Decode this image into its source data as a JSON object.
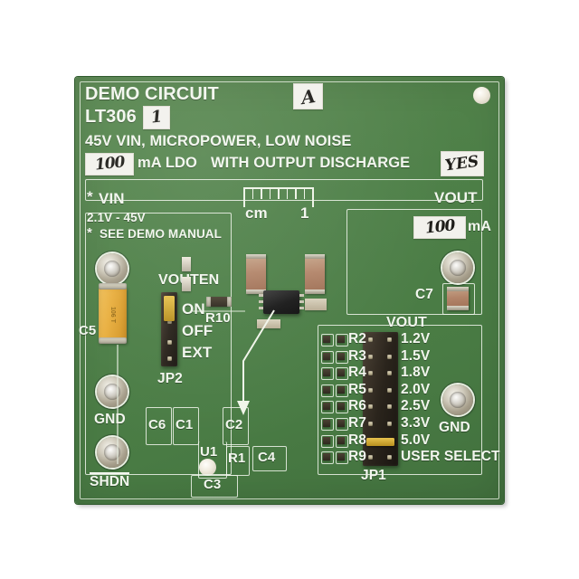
{
  "board": {
    "color_solder_mask": "#4e8048",
    "color_silkscreen": "#f2f6ee",
    "header": {
      "line1": "DEMO CIRCUIT",
      "line2_prefix": "LT306",
      "line2_handwritten": "1",
      "revision_handwritten": "A",
      "line3": "45V VIN, MICROPOWER, LOW NOISE",
      "current_handwritten": "100",
      "line4_mid": "mA LDO",
      "line4_right": "WITH OUTPUT DISCHARGE",
      "discharge_handwritten": "YES"
    },
    "vin_section": {
      "title": "VIN",
      "range": "2.1V - 45V",
      "note": "SEE DEMO MANUAL",
      "asterisk": "*"
    },
    "vout_section": {
      "title": "VOUT",
      "current_handwritten": "100",
      "current_units": "mA",
      "cap_ref": "C7",
      "gnd_label": "GND"
    },
    "ruler": {
      "unit_label": "cm",
      "tick_label": "1"
    },
    "jp2": {
      "name": "JP2",
      "signal": "VOUTEN",
      "positions": [
        "ON",
        "OFF",
        "EXT"
      ],
      "selected": "ON"
    },
    "jp1": {
      "name": "JP1",
      "title": "VOUT",
      "rows": [
        {
          "resistor": "R2",
          "voltage": "1.2V"
        },
        {
          "resistor": "R3",
          "voltage": "1.5V"
        },
        {
          "resistor": "R4",
          "voltage": "1.8V"
        },
        {
          "resistor": "R5",
          "voltage": "2.0V"
        },
        {
          "resistor": "R6",
          "voltage": "2.5V"
        },
        {
          "resistor": "R7",
          "voltage": "3.3V"
        },
        {
          "resistor": "R8",
          "voltage": "5.0V"
        },
        {
          "resistor": "R9",
          "voltage": "USER SELECT"
        }
      ],
      "selected_voltage": "5.0V"
    },
    "terminals": [
      {
        "label": "VIN",
        "position": "left-top"
      },
      {
        "label": "GND",
        "position": "left-middle"
      },
      {
        "label": "SHDN",
        "position": "left-bottom",
        "active_low": true
      },
      {
        "label": "VOUT",
        "position": "right-top"
      },
      {
        "label": "GND",
        "position": "right-bottom"
      }
    ],
    "designators": {
      "c5": "C5",
      "c6": "C6",
      "c1": "C1",
      "c2": "C2",
      "c3": "C3",
      "c4": "C4",
      "c7": "C7",
      "u1": "U1",
      "r1": "R1",
      "r10": "R10"
    }
  }
}
